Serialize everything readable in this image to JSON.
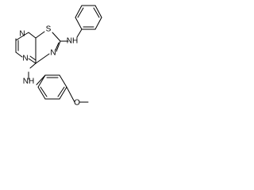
{
  "atoms": {
    "n3": "N",
    "n1": "N",
    "s": "S",
    "n_thiazole": "N",
    "nh_top": "NH",
    "nh_bottom": "NH",
    "o": "O"
  }
}
